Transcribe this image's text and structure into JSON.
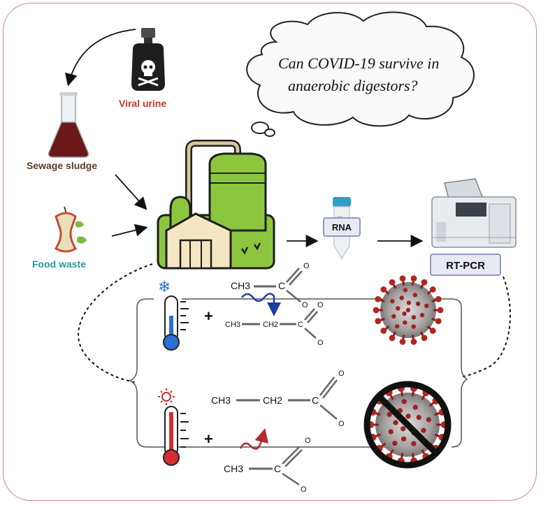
{
  "thought_bubble": {
    "line1": "Can COVID-19 survive in",
    "line2": "anaerobic digestors?"
  },
  "inputs": {
    "viral_urine": "Viral urine",
    "sewage_sludge": "Sewage sludge",
    "food_waste": "Food waste"
  },
  "process": {
    "rna_label": "RNA",
    "rtpcr_label": "RT-PCR"
  },
  "low_temp": {
    "acetic_ch3": "CH3",
    "acetic_c": "C",
    "acetic_o_top": "O",
    "acetic_o_bottom": "O",
    "propionic_ch3": "CH3",
    "propionic_ch2": "CH2",
    "propionic_c": "C",
    "propionic_o_top": "O",
    "propionic_o_bottom": "O",
    "plus": "+"
  },
  "high_temp": {
    "propionic_ch3": "CH3",
    "propionic_ch2": "CH2",
    "propionic_c": "C",
    "propionic_o_top": "O",
    "propionic_o_bottom": "O",
    "acetic_ch3": "CH3",
    "acetic_c": "C",
    "acetic_o_top": "O",
    "acetic_o_bottom": "O",
    "plus": "+"
  },
  "colors": {
    "border": "#c98a86",
    "viral_urine_text": "#c0392b",
    "sewage_text": "#5a3a2a",
    "food_text": "#1f9aa0",
    "plant_green": "#7dbb3c",
    "cold_blue": "#2b6fd6",
    "hot_red": "#d32f2f",
    "label_box_fill": "#e9e9f3",
    "label_box_border": "#6d7bb5"
  }
}
